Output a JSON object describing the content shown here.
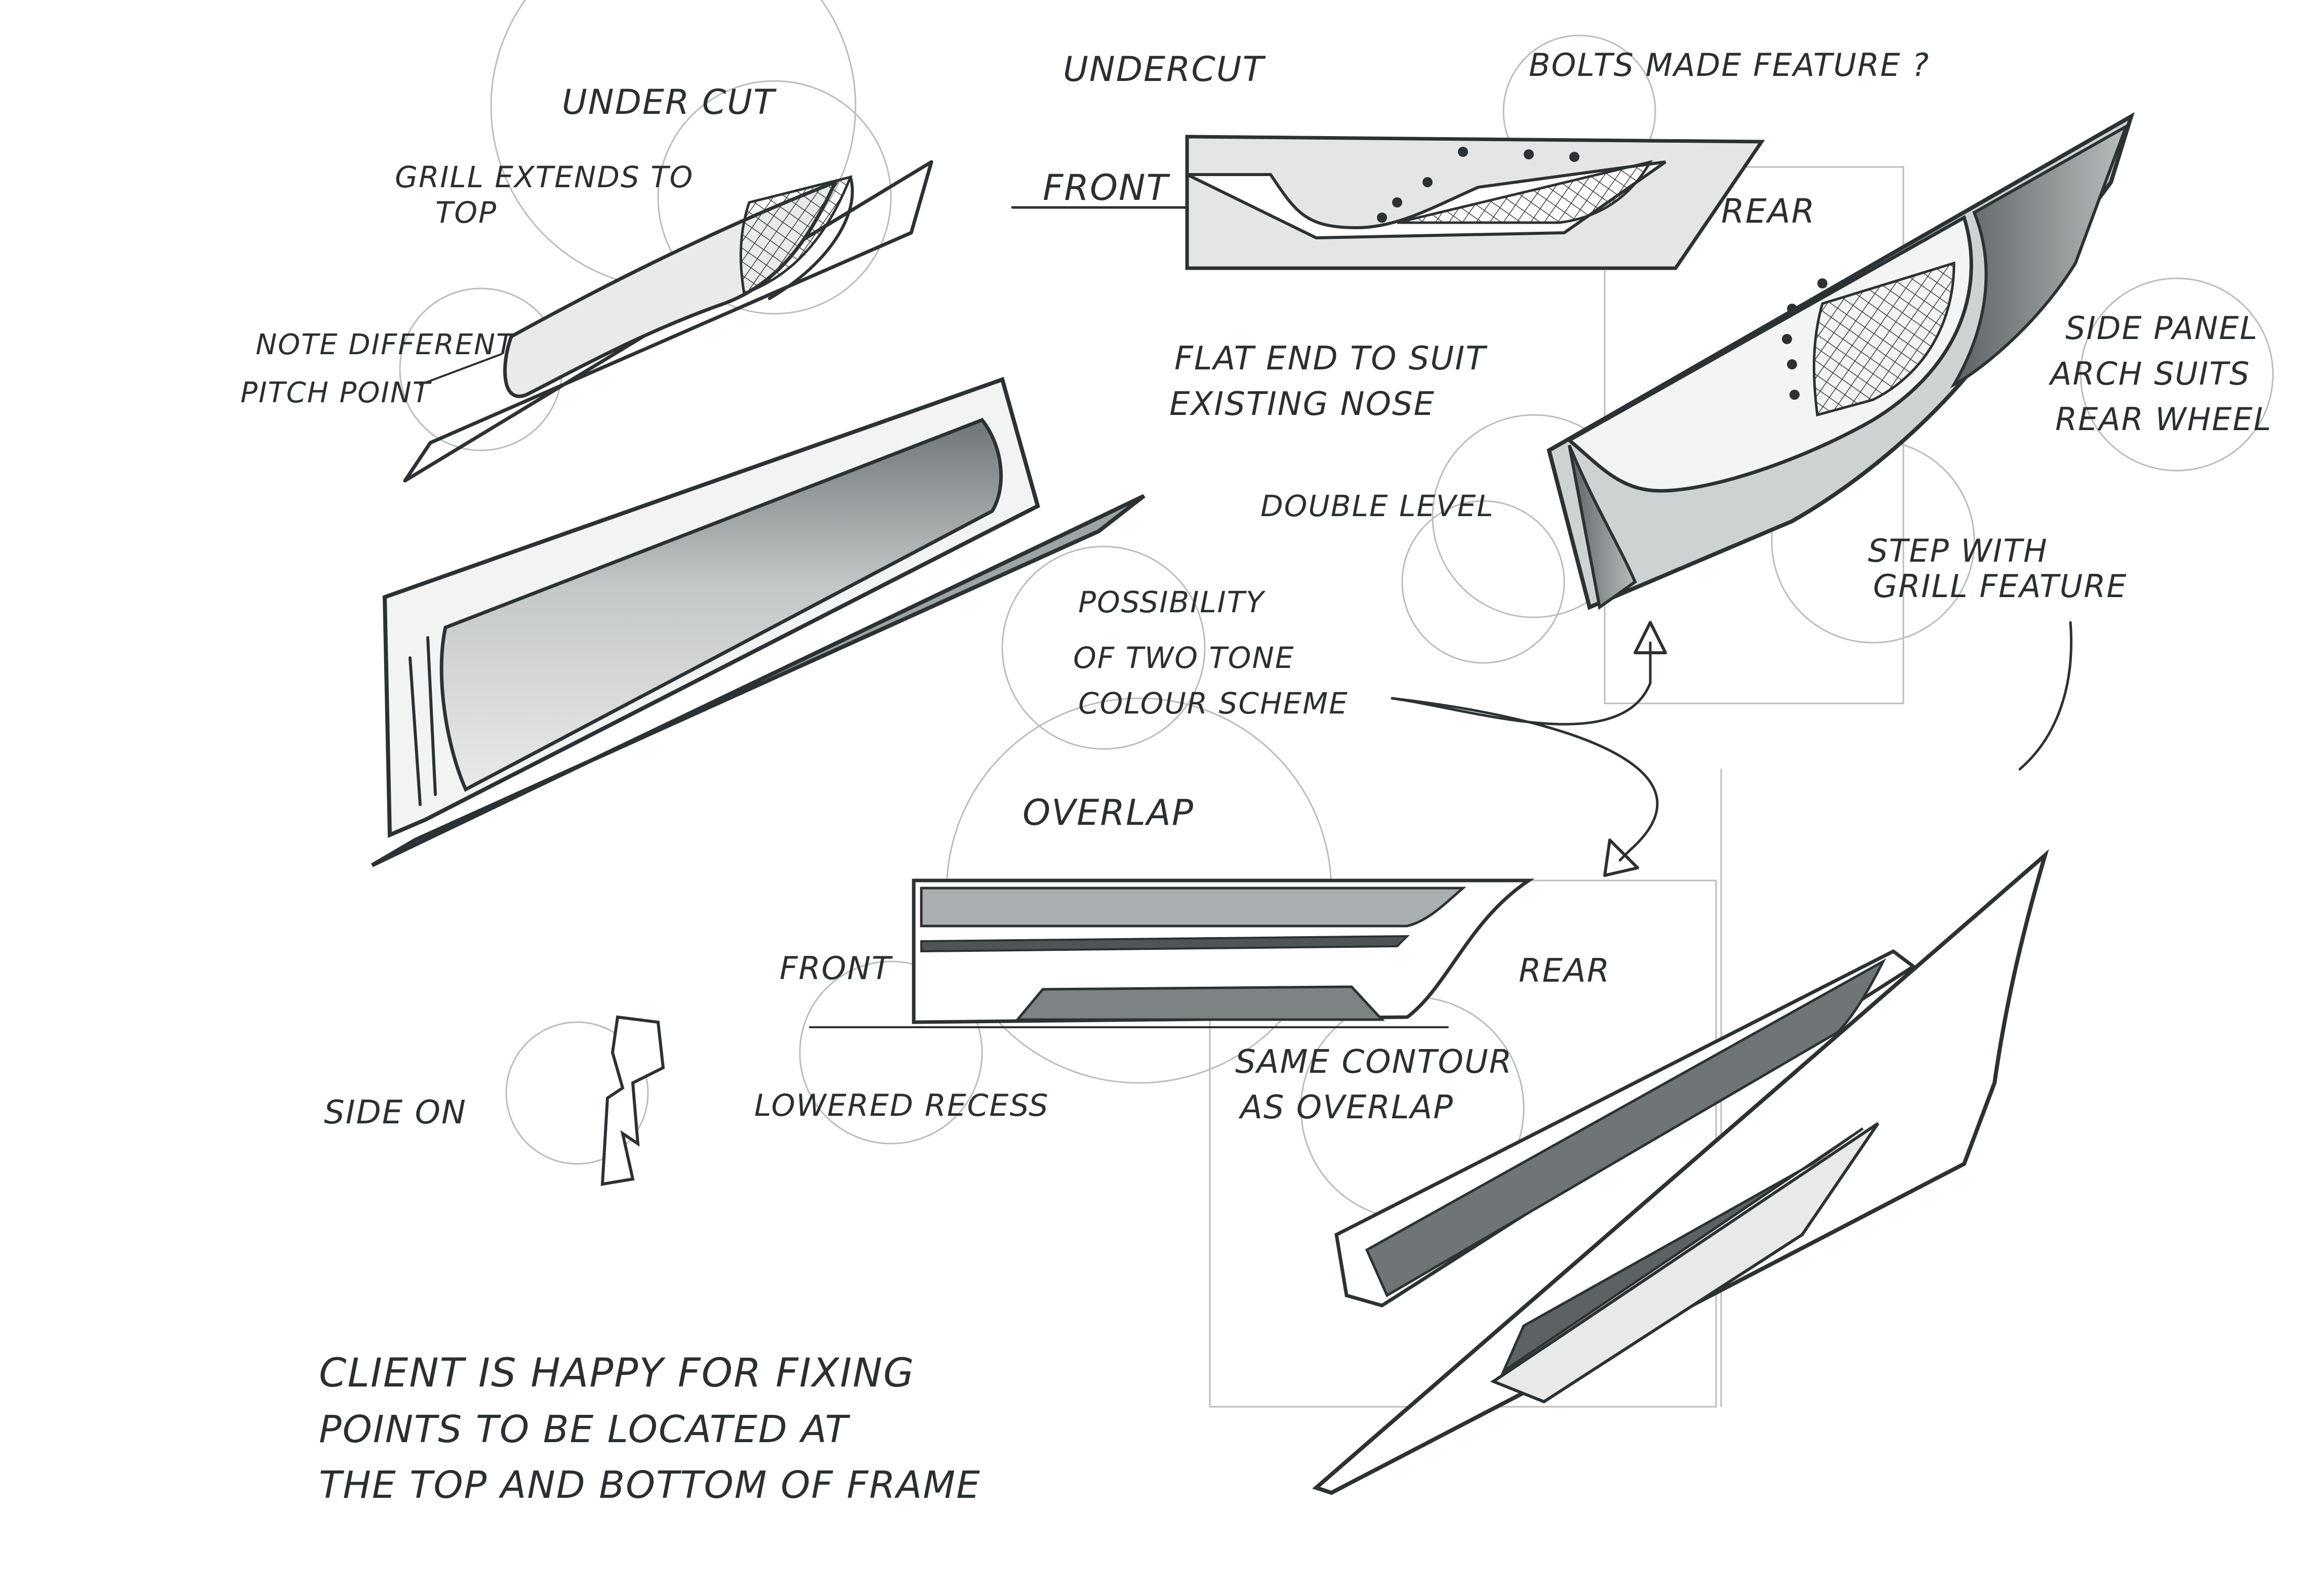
{
  "labels": {
    "undercut_left": "UNDER CUT",
    "grill_extends_1": "GRILL EXTENDS TO",
    "grill_extends_2": "TOP",
    "note_different_1": "NOTE DIFFERENT",
    "note_different_2": "PITCH POINT",
    "undercut_top": "UNDERCUT",
    "bolts_made_feature": "BOLTS MADE FEATURE ?",
    "front_top": "FRONT",
    "rear_top": "REAR",
    "flat_end_1": "FLAT END TO SUIT",
    "flat_end_2": "EXISTING NOSE",
    "side_panel_1": "SIDE PANEL",
    "side_panel_2": "ARCH SUITS",
    "side_panel_3": "REAR WHEEL",
    "double_level": "DOUBLE LEVEL",
    "step_with_1": "STEP WITH",
    "step_with_2": "GRILL FEATURE",
    "possibility_1": "POSSIBILITY",
    "possibility_2": "OF TWO TONE",
    "possibility_3": "COLOUR SCHEME",
    "overlap": "OVERLAP",
    "front_mid": "FRONT",
    "rear_mid": "REAR",
    "side_on": "SIDE ON",
    "lowered_recess": "LOWERED RECESS",
    "same_contour_1": "SAME CONTOUR",
    "same_contour_2": "AS OVERLAP",
    "client_note_1": "CLIENT IS HAPPY FOR FIXING",
    "client_note_2": "POINTS TO BE LOCATED AT",
    "client_note_3": "THE TOP AND BOTTOM OF FRAME"
  },
  "colors": {
    "ink": "#2c3133",
    "shade_dark": "#555b5e",
    "shade_mid": "#8a8f91",
    "shade_light": "#c9cccd",
    "paper": "#ffffff"
  }
}
